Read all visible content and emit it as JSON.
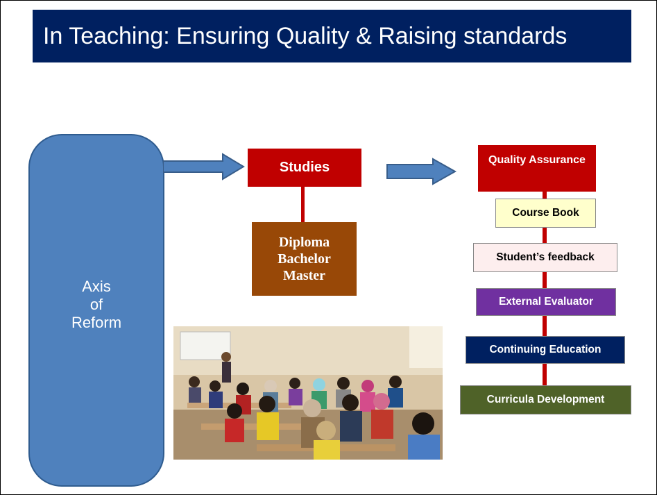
{
  "title": "In Teaching: Ensuring Quality &  Raising standards",
  "axis": {
    "label": "Axis\nof\nReform"
  },
  "studies": {
    "label": "Studies",
    "degrees": [
      "Diploma",
      "Bachelor",
      "Master"
    ]
  },
  "quality": {
    "label": "Quality Assurance",
    "items": [
      "Course Book",
      "Student’s feedback",
      "External Evaluator",
      "Continuing Education",
      "Curricula Development"
    ]
  },
  "colors": {
    "title_bg": "#002060",
    "axis_bg": "#4f81bd",
    "studies_bg": "#c00000",
    "degrees_bg": "#984807",
    "course_book": "#ffffcc",
    "feedback": "#fdeeee",
    "external": "#7030a0",
    "continuing": "#002060",
    "curricula": "#4f6228"
  },
  "photo": {
    "description_icon": "classroom-photo"
  }
}
